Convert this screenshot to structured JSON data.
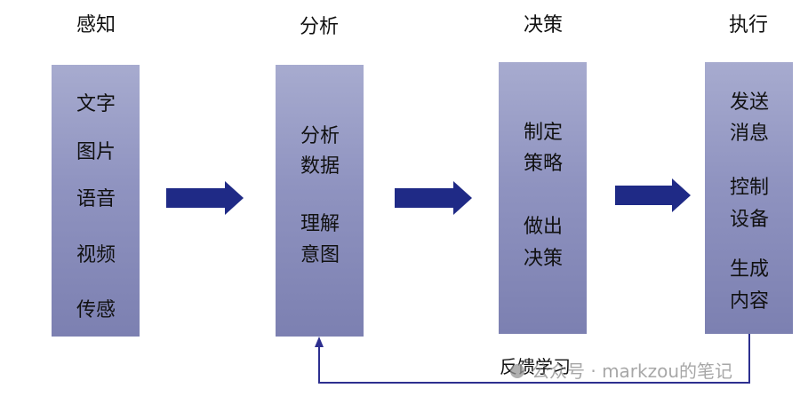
{
  "stages": [
    {
      "title": "感知",
      "items": [
        "文字",
        "图片",
        "语音",
        "视频",
        "传感"
      ]
    },
    {
      "title": "分析",
      "items": [
        "分析",
        "数据",
        "理解",
        "意图"
      ]
    },
    {
      "title": "决策",
      "items": [
        "制定",
        "策略",
        "做出",
        "决策"
      ]
    },
    {
      "title": "执行",
      "items": [
        "发送",
        "消息",
        "控制",
        "设备",
        "生成",
        "内容"
      ]
    }
  ],
  "feedback": {
    "label": "反馈学习"
  },
  "watermark": {
    "text": "公众号 · markzou的笔记"
  },
  "colors": {
    "arrow": "#1f2a86",
    "feedback_line": "#2d2f8f",
    "box_top": "#a7abcf",
    "box_bottom": "#7c80b1"
  }
}
